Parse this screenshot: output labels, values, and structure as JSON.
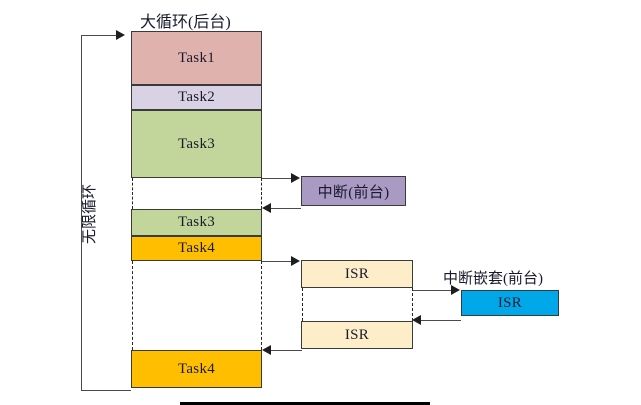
{
  "diagram": {
    "title_main": "大循环(后台)",
    "title_interrupt": "中断嵌套(前台)",
    "loop_label": "无限循环",
    "colors": {
      "task1": "#e0b2ae",
      "task2": "#d8d2e4",
      "task3": "#c2d69b",
      "task4": "#ffbf00",
      "interrupt": "#a99ac4",
      "isr": "#fdeec9",
      "isr_nested": "#00a8ea",
      "border": "#3a3a3a",
      "line": "#4a4a4a",
      "dash": "#262626",
      "background": "#ffffff"
    },
    "background_column": {
      "label": "大循环(后台)",
      "blocks": [
        {
          "name": "task1",
          "label": "Task1",
          "color": "#e0b2ae"
        },
        {
          "name": "task2",
          "label": "Task2",
          "color": "#d8d2e4"
        },
        {
          "name": "task3-first",
          "label": "Task3",
          "color": "#c2d69b"
        },
        {
          "name": "task3-second",
          "label": "Task3",
          "color": "#c2d69b"
        },
        {
          "name": "task4-first",
          "label": "Task4",
          "color": "#ffbf00"
        },
        {
          "name": "task4-second",
          "label": "Task4",
          "color": "#ffbf00"
        }
      ]
    },
    "foreground": {
      "interrupt_box": {
        "label": "中断(前台)",
        "color": "#a99ac4"
      },
      "isr_boxes": [
        {
          "label": "ISR",
          "color": "#fdeec9"
        },
        {
          "label": "ISR",
          "color": "#fdeec9"
        }
      ],
      "nested": {
        "title": "中断嵌套(前台)",
        "box": {
          "label": "ISR",
          "color": "#00a8ea"
        }
      }
    }
  }
}
